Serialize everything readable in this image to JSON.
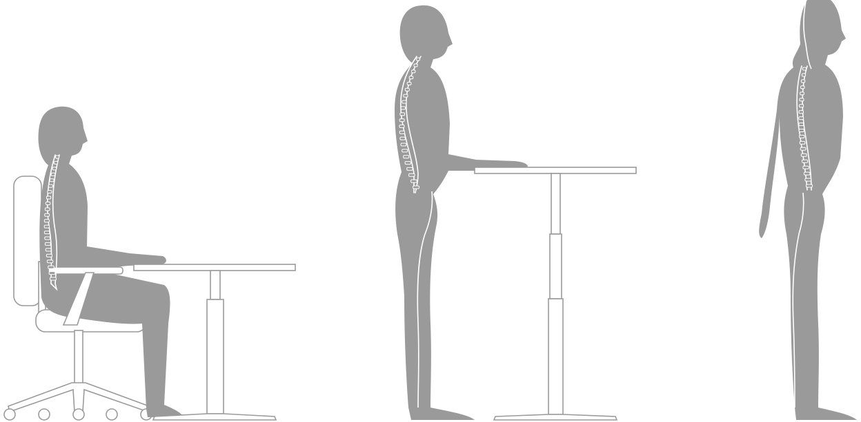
{
  "colors": {
    "figure": "#9a9a9a",
    "line_art_stroke": "#9a9a9a",
    "line_art_fill": "#ffffff",
    "spine": "#ffffff",
    "background": "#ffffff"
  },
  "scenes": [
    {
      "id": "seated",
      "posture": "sitting",
      "objects": [
        "office-chair",
        "desk-low"
      ]
    },
    {
      "id": "standing-desk",
      "posture": "standing",
      "objects": [
        "desk-high"
      ]
    },
    {
      "id": "standing",
      "posture": "standing",
      "objects": []
    }
  ]
}
